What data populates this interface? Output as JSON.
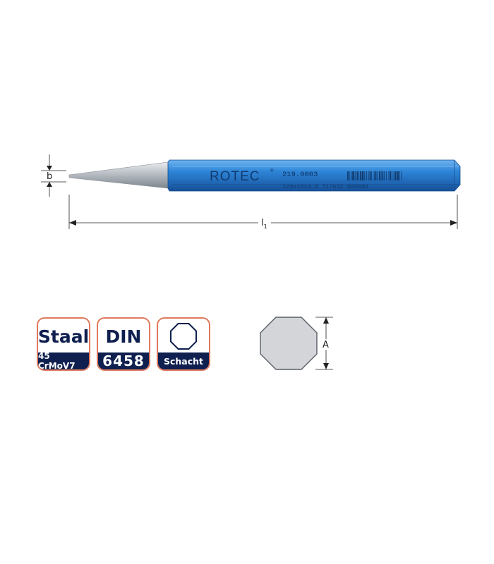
{
  "tool": {
    "brand": "ROTEC",
    "article": "219.0003",
    "sub_code": "120x10x3.8 717632 000901",
    "dim_b": "b",
    "dim_l": "l",
    "dim_l_sub": "1"
  },
  "badges": [
    {
      "top": "Staal",
      "bottom": "45 CrMoV7"
    },
    {
      "top": "DIN",
      "bottom": "6458"
    },
    {
      "top": "",
      "bottom": "Schacht",
      "icon": "octagon-icon"
    }
  ],
  "section": {
    "dim_a": "A"
  },
  "colors": {
    "body_blue": "#2f7fd0",
    "badge_navy": "#0f1f4f",
    "badge_border": "#e07a5f",
    "tip_grey": "#b8bec4",
    "section_fill": "#d3d5d8"
  }
}
